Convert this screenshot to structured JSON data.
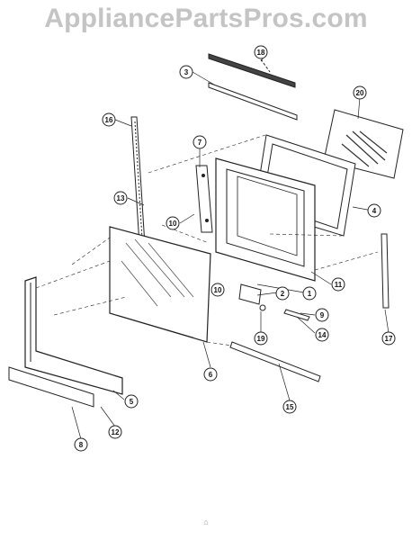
{
  "watermark": {
    "text": "AppliancePartsPros.com"
  },
  "callouts": [
    "18",
    "3",
    "20",
    "16",
    "7",
    "4",
    "13",
    "10",
    "11",
    "1",
    "2",
    "9",
    "14",
    "19",
    "17",
    "6",
    "5",
    "15",
    "12",
    "8"
  ],
  "footer_mark": "⌂"
}
